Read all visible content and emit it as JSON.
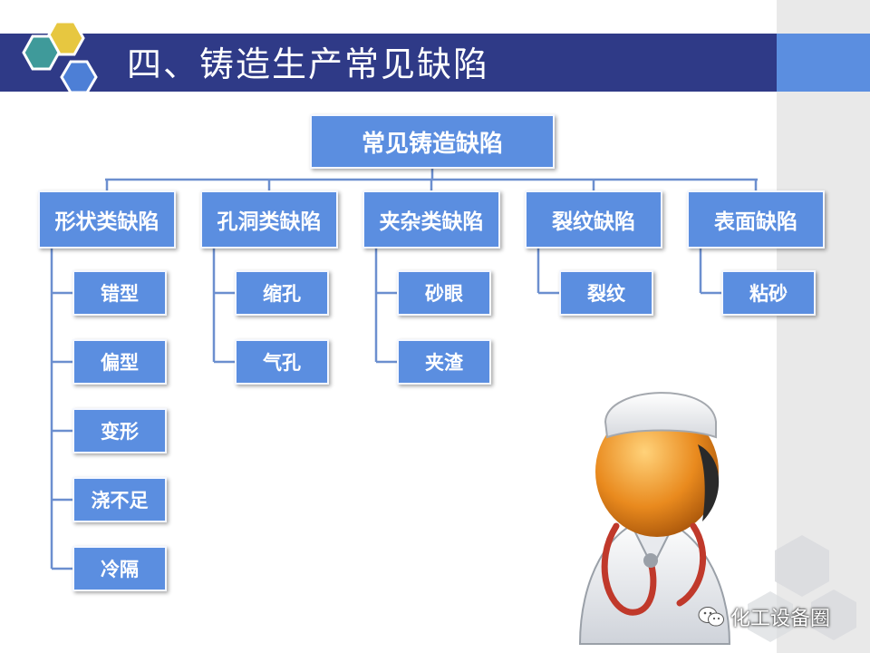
{
  "slide": {
    "title": "四、铸造生产常见缺陷",
    "watermark": "化工设备圈"
  },
  "colors": {
    "title_bar": "#2f3a87",
    "accent": "#5b8ee0",
    "hex_gold": "#e7c740",
    "hex_teal": "#3f9a9a",
    "hex_blue": "#4d7fd6"
  },
  "icons": [
    "hexagon-logo-icon",
    "doctor-icon",
    "stethoscope-icon",
    "wechat-icon",
    "hexagon-decoration-icon"
  ],
  "tree": {
    "root": "常见铸造缺陷",
    "categories": [
      {
        "label": "形状类缺陷",
        "items": [
          "错型",
          "偏型",
          "变形",
          "浇不足",
          "冷隔"
        ]
      },
      {
        "label": "孔洞类缺陷",
        "items": [
          "缩孔",
          "气孔"
        ]
      },
      {
        "label": "夹杂类缺陷",
        "items": [
          "砂眼",
          "夹渣"
        ]
      },
      {
        "label": "裂纹缺陷",
        "items": [
          "裂纹"
        ]
      },
      {
        "label": "表面缺陷",
        "items": [
          "粘砂"
        ]
      }
    ]
  }
}
